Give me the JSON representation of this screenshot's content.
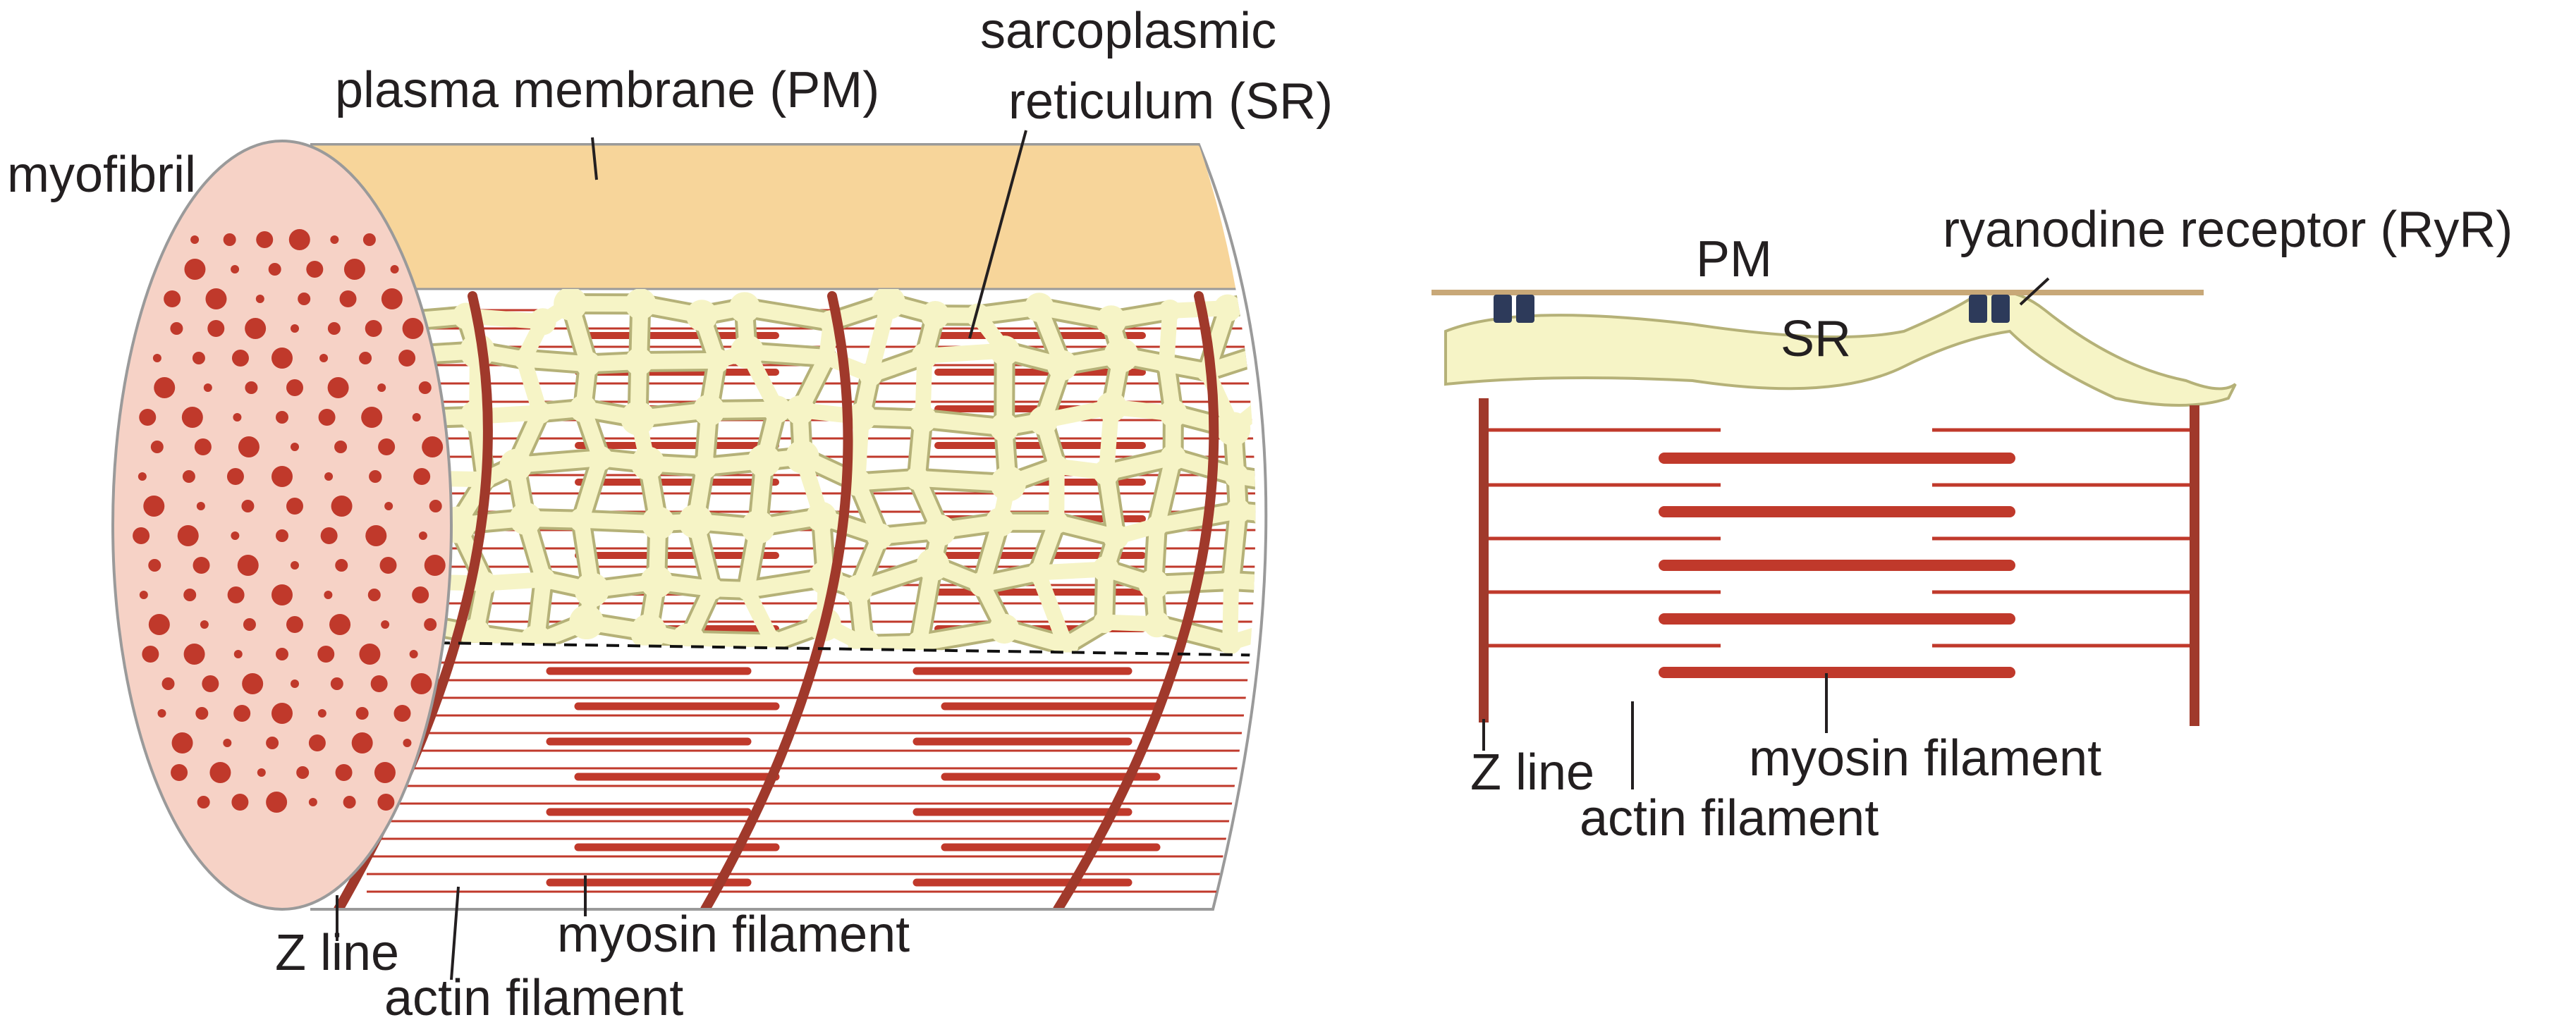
{
  "labels": {
    "myofibril": "myofibril",
    "plasma_membrane": "plasma membrane (PM)",
    "sr_line1": "sarcoplasmic",
    "sr_line2": "reticulum (SR)",
    "z_line_left": "Z line",
    "actin_left": "actin filament",
    "myosin_left": "myosin filament",
    "pm_short": "PM",
    "sr_short": "SR",
    "ryr": "ryanodine receptor (RyR)",
    "z_line_right": "Z line",
    "actin_right": "actin filament",
    "myosin_right": "myosin filament"
  },
  "colors": {
    "membrane": "#f7d59a",
    "sr": "#f6f4c6",
    "sr_outline": "#b5b178",
    "myofibril_face": "#f6d2c6",
    "filament": "#c0392b",
    "z_disc": "#a0392b",
    "pm_line": "#c8a878",
    "ryr": "#2d3a5a",
    "outline": "#9a9a9a"
  }
}
